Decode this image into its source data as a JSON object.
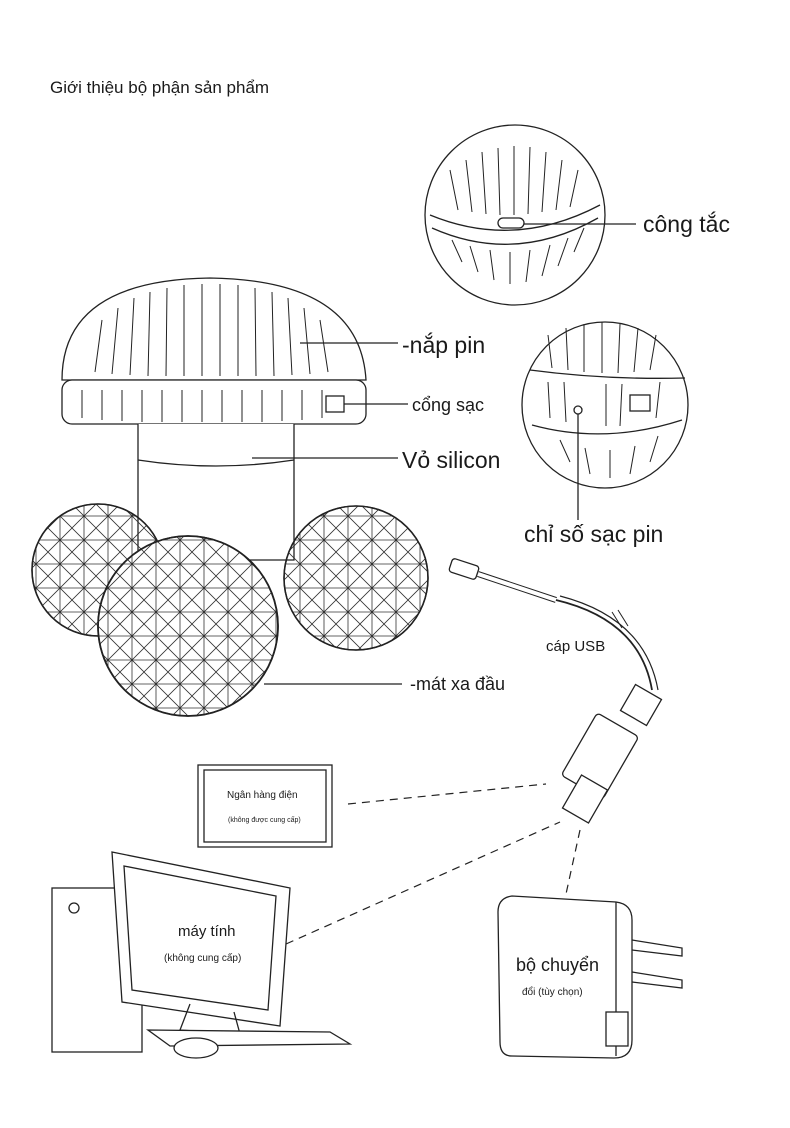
{
  "title": "Giới thiệu bộ phận sản phẩm",
  "labels": {
    "switch": "công tắc",
    "battery_cover": "-nắp pin",
    "charging_port": "cổng sạc",
    "silicone_shell": "Vỏ silicon",
    "charge_indicator": "chỉ số sạc pin",
    "usb_cable": "cáp USB",
    "massage_head": "-mát xa đầu"
  },
  "power_bank": {
    "label": "Ngân hàng điện",
    "note": "(không được cung cấp)"
  },
  "computer": {
    "label": "máy tính",
    "note": "(không cung cấp)"
  },
  "adapter": {
    "label_line1": "bộ chuyển",
    "label_line2": "đổi (tùy chọn)"
  }
}
